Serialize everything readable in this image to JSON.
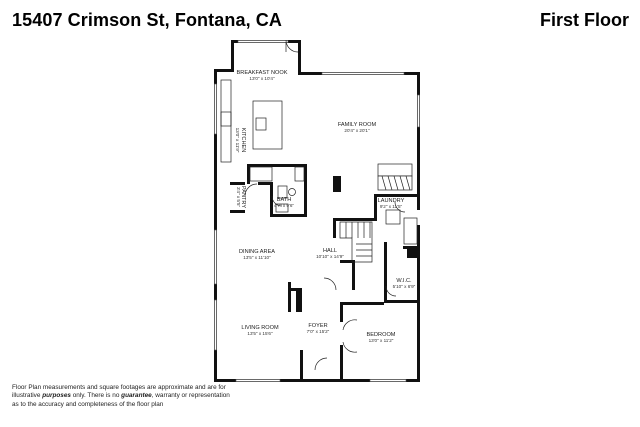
{
  "header": {
    "address": "15407 Crimson St, Fontana, CA",
    "floor": "First Floor"
  },
  "disclaimer": {
    "line1": "Floor Plan measurements and square footages are approximate and are for",
    "line2a": "illustrative ",
    "line2b": "purposes",
    "line2c": " only. There is no ",
    "line2d": "guarantee",
    "line2e": ", warranty or representation",
    "line3": "as to the accuracy and completeness of the floor plan"
  },
  "rooms": {
    "breakfast_nook": {
      "name": "BREAKFAST NOOK",
      "dims": "13'0\" x 10'4\""
    },
    "family_room": {
      "name": "FAMILY ROOM",
      "dims": "20'4\" x 20'1\""
    },
    "kitchen": {
      "name": "KITCHEN",
      "dims": "13'0\" x 11'9\""
    },
    "bath": {
      "name": "BATH",
      "dims": "4'7\" x 9'6\""
    },
    "laundry": {
      "name": "LAUNDRY",
      "dims": "9'2\" x 11'5\""
    },
    "pantry": {
      "name": "PANTRY",
      "dims": "3'4\" x 5'5\""
    },
    "dining_area": {
      "name": "DINING AREA",
      "dims": "13'5\" x 11'10\""
    },
    "hall": {
      "name": "HALL",
      "dims": "10'10\" x 14'9\""
    },
    "wic": {
      "name": "W.I.C.",
      "dims": "5'10\" x 6'9\""
    },
    "living_room": {
      "name": "LIVING ROOM",
      "dims": "13'5\" x 15'6\""
    },
    "foyer": {
      "name": "FOYER",
      "dims": "7'0\" x 15'2\""
    },
    "bedroom": {
      "name": "BEDROOM",
      "dims": "13'0\" x 11'2\""
    }
  }
}
